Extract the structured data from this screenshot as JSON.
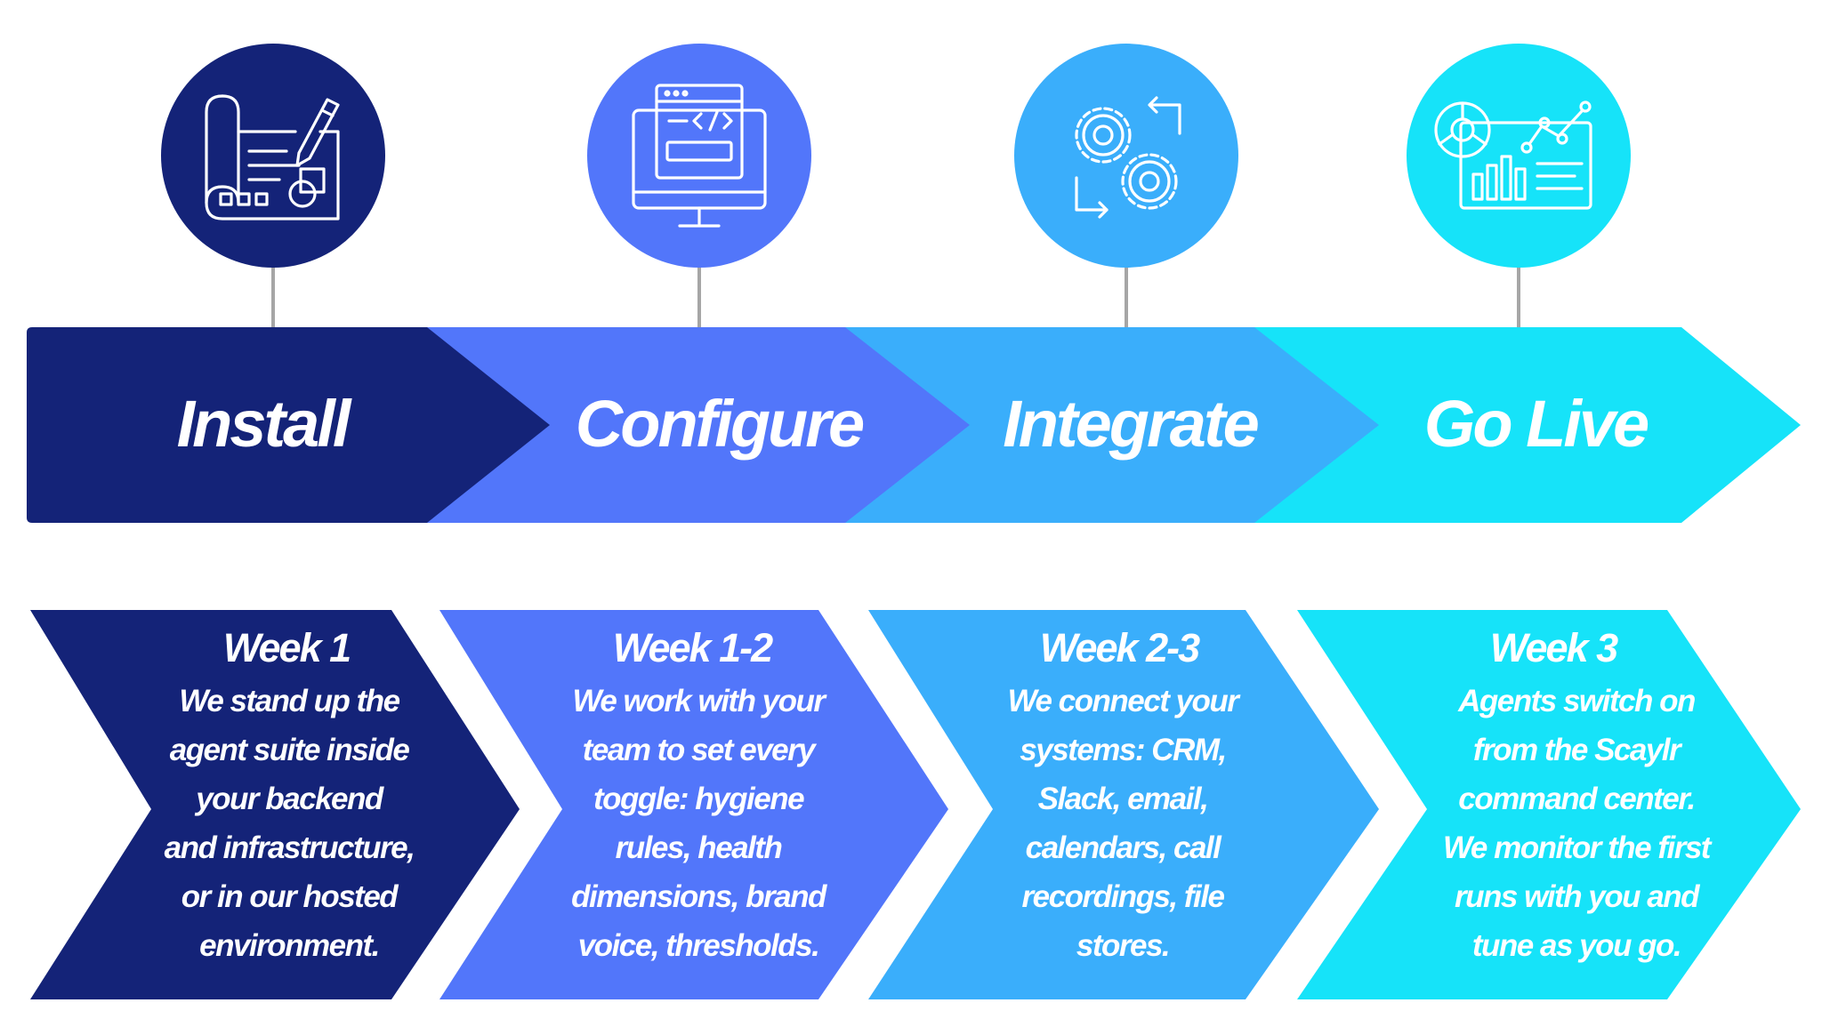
{
  "colors": {
    "stage1": "#142378",
    "stage2": "#5276fa",
    "stage3": "#3aaefb",
    "stage4": "#16e3f9",
    "connector": "#a6a6a6"
  },
  "stages": [
    {
      "title": "Install",
      "icon": "blueprint-pencil-icon",
      "week": "Week 1",
      "lines": [
        "We stand up the",
        "agent suite inside",
        "your backend",
        "and infrastructure,",
        "or in our hosted",
        "environment."
      ]
    },
    {
      "title": "Configure",
      "icon": "monitor-code-icon",
      "week": "Week 1-2",
      "lines": [
        "We work with your",
        "team to set every",
        "toggle: hygiene",
        "rules, health",
        "dimensions, brand",
        "voice, thresholds."
      ]
    },
    {
      "title": "Integrate",
      "icon": "gears-cycle-icon",
      "week": "Week 2-3",
      "lines": [
        "We connect your",
        "systems: CRM,",
        "Slack, email,",
        "calendars, call",
        "recordings, file",
        "stores."
      ]
    },
    {
      "title": "Go Live",
      "icon": "analytics-dashboard-icon",
      "week": "Week 3",
      "lines": [
        "Agents switch on",
        "from the Scaylr",
        "command center.",
        "We monitor the first",
        "runs with you and",
        "tune as you go."
      ]
    }
  ]
}
